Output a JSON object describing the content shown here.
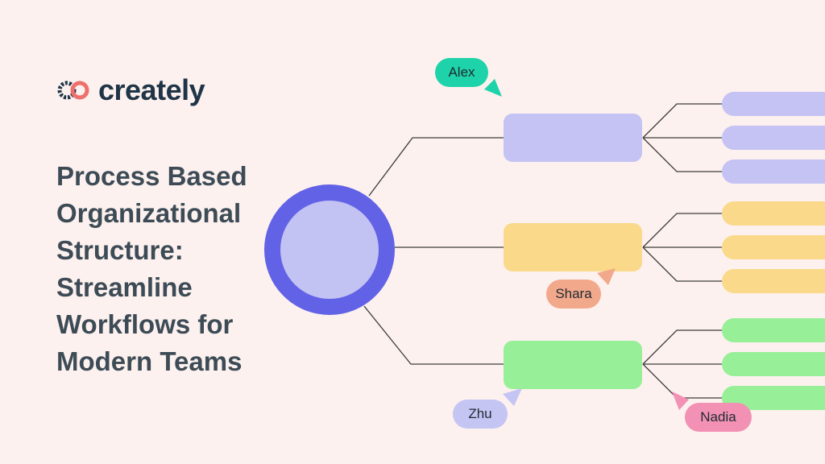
{
  "brand": {
    "name": "creately",
    "logo_icon": "creately-logo-icon"
  },
  "headline": "Process Based Organizational Structure: Streamline Workflows for Modern Teams",
  "colors": {
    "background": "#fcf1ee",
    "hub_ring": "#6262e6",
    "hub_fill": "#c2c2f3",
    "branch_purple": "#c4c3f3",
    "branch_yellow": "#fad98a",
    "branch_green": "#97ef98",
    "connector": "#3c3c3c"
  },
  "collaborators": [
    {
      "name": "Alex",
      "color": "#1ed3a9",
      "cursor_icon": "cursor-arrow-icon"
    },
    {
      "name": "Shara",
      "color": "#f2a88b",
      "cursor_icon": "cursor-arrow-icon"
    },
    {
      "name": "Zhu",
      "color": "#c4c5f3",
      "cursor_icon": "cursor-arrow-icon"
    },
    {
      "name": "Nadia",
      "color": "#f291b4",
      "cursor_icon": "cursor-arrow-icon"
    }
  ]
}
